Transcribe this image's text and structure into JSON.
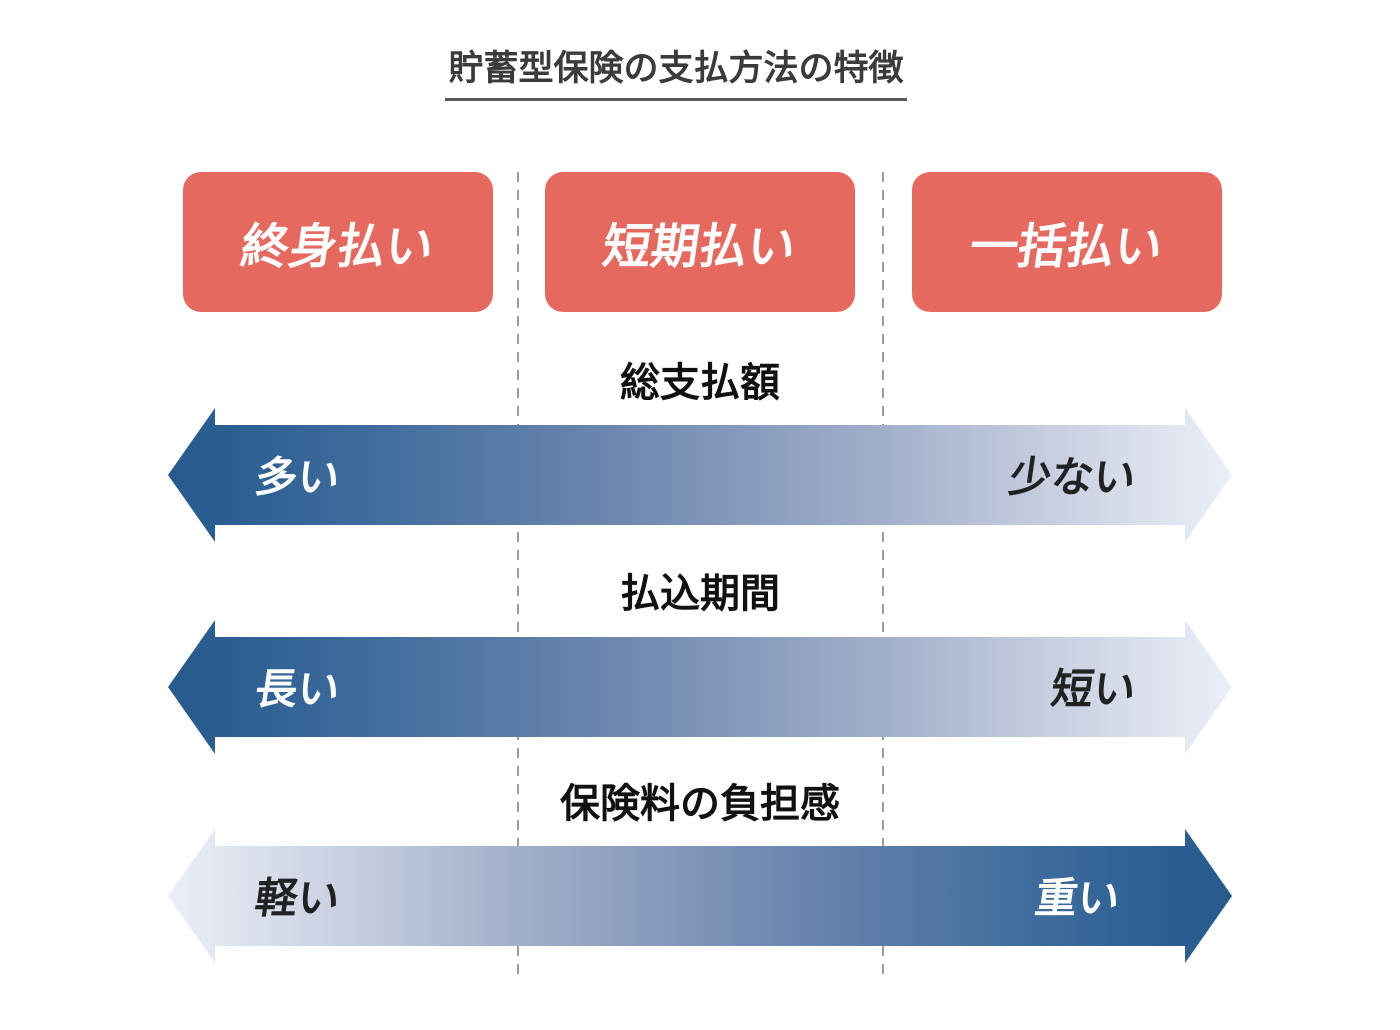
{
  "title": "貯蓄型保険の支払方法の特徴",
  "payment_methods": [
    {
      "label": "終身払い"
    },
    {
      "label": "短期払い"
    },
    {
      "label": "一括払い"
    }
  ],
  "comparison_rows": [
    {
      "label": "総支払額",
      "left_value": "多い",
      "right_value": "少ない",
      "gradient": "dark-to-light"
    },
    {
      "label": "払込期間",
      "left_value": "長い",
      "right_value": "短い",
      "gradient": "dark-to-light"
    },
    {
      "label": "保険料の負担感",
      "left_value": "軽い",
      "right_value": "重い",
      "gradient": "light-to-dark"
    }
  ],
  "colors": {
    "method_box": "#e5695e",
    "gradient_dark": "#2b5f93",
    "gradient_light": "#ebeef6",
    "divider_line": "#9c9c9c",
    "title_text": "#3b3b3b"
  }
}
